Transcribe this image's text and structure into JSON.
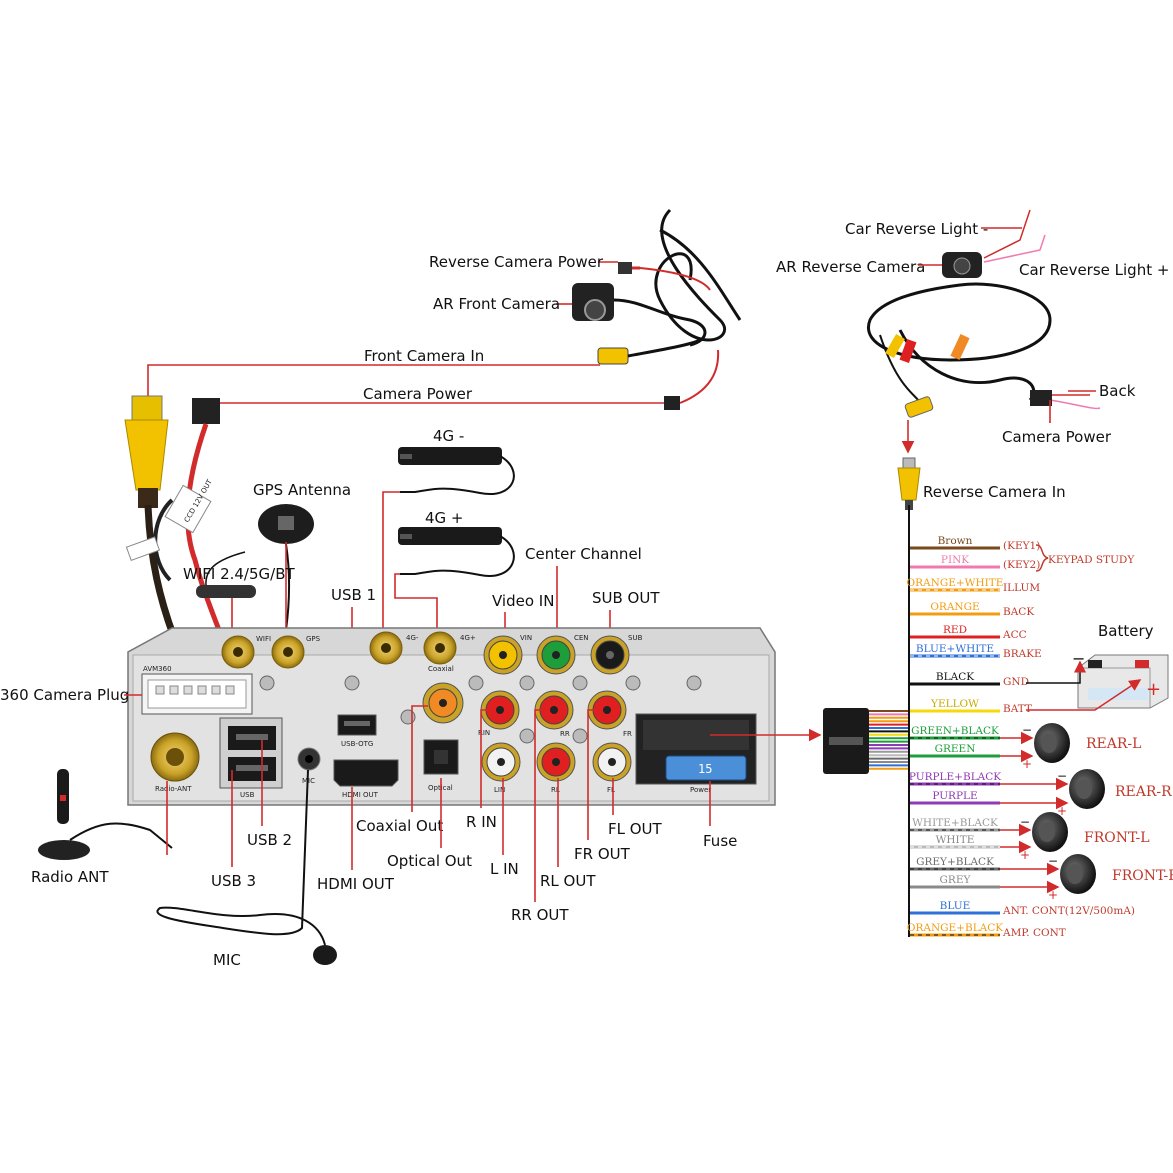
{
  "labels": {
    "reverse_camera_power": "Reverse Camera Power",
    "ar_front_camera": "AR Front Camera",
    "front_camera_in": "Front Camera In",
    "camera_power": "Camera Power",
    "ant_4g_minus": "4G -",
    "ant_4g_plus": "4G +",
    "gps_antenna": "GPS Antenna",
    "wifi": "WIFI 2.4/5G/BT",
    "center_channel": "Center Channel",
    "usb1": "USB 1",
    "video_in": "Video IN",
    "sub_out": "SUB OUT",
    "camera_plug": "360 Camera Plug",
    "radio_ant": "Radio ANT",
    "usb3": "USB 3",
    "usb2": "USB 2",
    "mic": "MIC",
    "hdmi_out": "HDMI OUT",
    "coaxial_out": "Coaxial Out",
    "optical_out": "Optical Out",
    "r_in": "R IN",
    "l_in": "L IN",
    "rr_out": "RR OUT",
    "rl_out": "RL OUT",
    "fr_out": "FR OUT",
    "fl_out": "FL OUT",
    "fuse": "Fuse",
    "car_reverse_light_minus": "Car Reverse Light -",
    "ar_reverse_camera": "AR Reverse Camera",
    "car_reverse_light_plus": "Car Reverse Light +",
    "back": "Back",
    "camera_power_right": "Camera Power",
    "reverse_camera_in": "Reverse Camera In",
    "battery": "Battery"
  },
  "panel_text": {
    "wifi": "WIFI",
    "gps": "GPS",
    "4g_minus": "4G-",
    "4g_plus": "4G+",
    "coaxial": "Coaxial",
    "vin": "VIN",
    "cen": "CEN",
    "sub": "SUB",
    "avm360": "AVM360",
    "radio_ant": "Radio-ANT",
    "usb": "USB",
    "usb_otg": "USB-OTG",
    "mic": "MIC",
    "hdmi_out": "HDMI   OUT",
    "optical": "Optical",
    "rin": "RIN",
    "lin": "LIN",
    "rr": "RR",
    "rl": "RL",
    "fr": "FR",
    "fl": "FL",
    "power": "Power",
    "fuse_value": "15",
    "cable_tag": "CCD  12V OUT"
  },
  "wires": [
    {
      "name": "Brown",
      "function": "(KEY1)",
      "color": "#7a4a1e"
    },
    {
      "name": "PINK",
      "function": "(KEY2)",
      "color": "#f07ab0"
    },
    {
      "name": "ORANGE+WHITE",
      "function": "ILLUM",
      "color": "#f39c12"
    },
    {
      "name": "ORANGE",
      "function": "BACK",
      "color": "#f39c12"
    },
    {
      "name": "RED",
      "function": "ACC",
      "color": "#e02020"
    },
    {
      "name": "BLUE+WHITE",
      "function": "BRAKE",
      "color": "#2e6fd8"
    },
    {
      "name": "BLACK",
      "function": "GND",
      "color": "#111111"
    },
    {
      "name": "YELLOW",
      "function": "BATT",
      "color": "#f5d90a"
    },
    {
      "name": "GREEN+BLACK",
      "function": "",
      "color": "#1e9e3a"
    },
    {
      "name": "GREEN",
      "function": "",
      "color": "#1e9e3a"
    },
    {
      "name": "PURPLE+BLACK",
      "function": "",
      "color": "#8e3bb5"
    },
    {
      "name": "PURPLE",
      "function": "",
      "color": "#8e3bb5"
    },
    {
      "name": "WHITE+BLACK",
      "function": "",
      "color": "#999999"
    },
    {
      "name": "WHITE",
      "function": "",
      "color": "#bbbbbb"
    },
    {
      "name": "GREY+BLACK",
      "function": "",
      "color": "#6b6b6b"
    },
    {
      "name": "GREY",
      "function": "",
      "color": "#8a8a8a"
    },
    {
      "name": "BLUE",
      "function": "ANT. CONT(12V/500mA)",
      "color": "#2e6fd8"
    },
    {
      "name": "ORANGE+BLACK",
      "function": "AMP. CONT",
      "color": "#f39c12"
    }
  ],
  "keypad_study": "KEYPAD STUDY",
  "speakers": [
    "REAR-L",
    "REAR-R",
    "FRONT-L",
    "FRONT-R"
  ],
  "signs": {
    "minus": "−",
    "plus": "+"
  },
  "colors": {
    "pointer": "#d22b2b",
    "rca_yellow": "#f2c200",
    "panel": "#dcdcdc",
    "gold": "#c9a227"
  }
}
